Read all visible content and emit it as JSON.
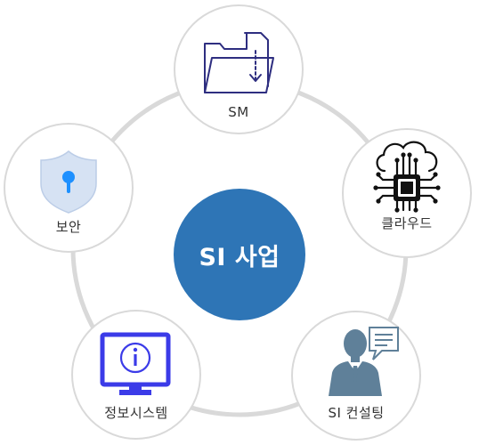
{
  "center": {
    "label": "SI 사업",
    "color": "#2e75b6"
  },
  "nodes": {
    "sm": {
      "label": "SM",
      "icon": "folder-download-icon"
    },
    "cloud": {
      "label": "클라우드",
      "icon": "cloud-chip-icon"
    },
    "security": {
      "label": "보안",
      "icon": "shield-keyhole-icon"
    },
    "infosys": {
      "label": "정보시스템",
      "icon": "monitor-info-icon"
    },
    "consulting": {
      "label": "SI 컨설팅",
      "icon": "consultant-speech-icon"
    }
  },
  "colors": {
    "ring": "#d9d9d9",
    "node_border": "#d9d9d9",
    "folder_stroke": "#2e2e80",
    "monitor": "#3b3be8",
    "shield_fill": "#d6e2f3",
    "keyhole": "#1e90ff",
    "consultant": "#5f8099"
  }
}
